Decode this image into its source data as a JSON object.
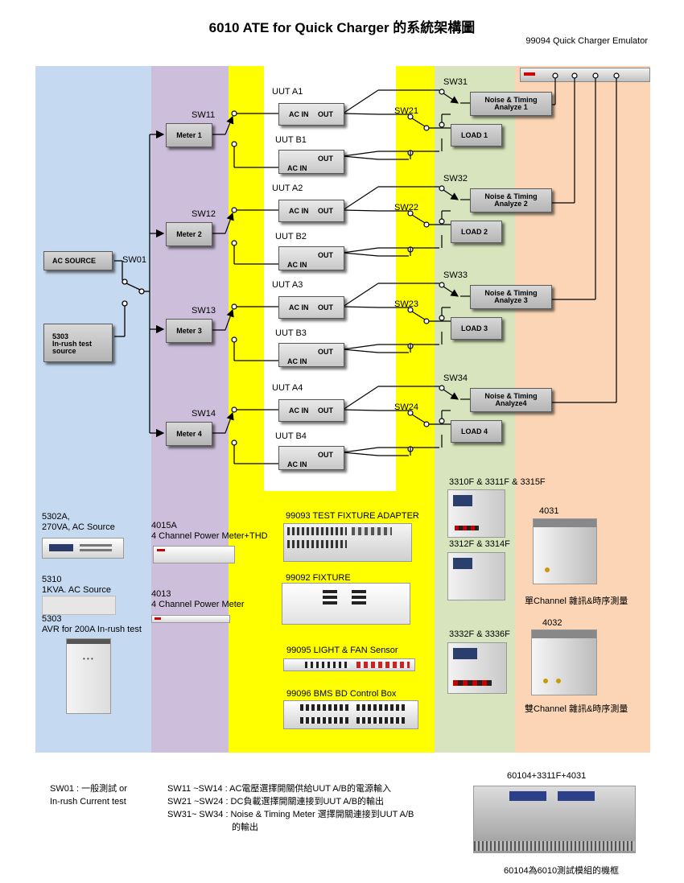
{
  "title": "6010 ATE for Quick Charger 的系統架構圖",
  "emulator_label": "99094 Quick Charger Emulator",
  "colors": {
    "blue": "#c5d9f0",
    "purple": "#cdbfdb",
    "yellow": "#ffff00",
    "green": "#d7e4bd",
    "orange": "#fbd5b5"
  },
  "ac_source": "AC SOURCE",
  "sw01": "SW01",
  "inrush_source": [
    "5303",
    "In-rush test",
    "source"
  ],
  "meters": [
    {
      "sw": "SW11",
      "name": "Meter 1"
    },
    {
      "sw": "SW12",
      "name": "Meter 2"
    },
    {
      "sw": "SW13",
      "name": "Meter 3"
    },
    {
      "sw": "SW14",
      "name": "Meter 4"
    }
  ],
  "groups": [
    {
      "uut_a": "UUT A1",
      "uut_b": "UUT B1",
      "sw2": "SW21",
      "sw3": "SW31",
      "analyzer": [
        "Noise & Timing",
        "Analyze 1"
      ],
      "load": "LOAD 1"
    },
    {
      "uut_a": "UUT A2",
      "uut_b": "UUT B2",
      "sw2": "SW22",
      "sw3": "SW32",
      "analyzer": [
        "Noise & Timing",
        "Analyze 2"
      ],
      "load": "LOAD 2"
    },
    {
      "uut_a": "UUT A3",
      "uut_b": "UUT B3",
      "sw2": "SW23",
      "sw3": "SW33",
      "analyzer": [
        "Noise & Timing",
        "Analyze 3"
      ],
      "load": "LOAD 3"
    },
    {
      "uut_a": "UUT A4",
      "uut_b": "UUT B4",
      "sw2": "SW24",
      "sw3": "SW34",
      "analyzer": [
        "Noise & Timing",
        "Analyze4"
      ],
      "load": "LOAD 4"
    }
  ],
  "ac_in": "AC IN",
  "out": "OUT",
  "equipment": {
    "blue": [
      [
        "5302A,",
        "270VA, AC Source"
      ],
      [
        "5310",
        "1KVA. AC Source"
      ],
      [
        "5303",
        "AVR for 200A In-rush test"
      ]
    ],
    "purple": [
      [
        "4015A",
        "4 Channel Power Meter+THD"
      ],
      [
        "4013",
        "4 Channel Power Meter"
      ]
    ],
    "yellow": [
      "99093 TEST FIXTURE ADAPTER",
      "99092 FIXTURE",
      "99095 LIGHT & FAN Sensor",
      "99096 BMS BD Control Box"
    ],
    "green": [
      "3310F & 3311F & 3315F",
      "3312F & 3314F",
      "3332F & 3336F"
    ],
    "orange": [
      "4031",
      "單Channel 雜訊&時序測量",
      "4032",
      "雙Channel 雜訊&時序測量"
    ]
  },
  "notes": {
    "sw01": [
      "SW01 : 一般測試 or",
      "In-rush Current test"
    ],
    "sw1x": "SW11 ~SW14 : AC電壓選擇開關供給UUT A/B的電源輸入",
    "sw2x": "SW21 ~SW24 : DC負載選擇開關連接到UUT A/B的輸出",
    "sw3x": [
      "SW31~ SW34 : Noise & Timing Meter 選擇開關連接到UUT A/B",
      "的輸出"
    ],
    "frame_title": "60104+3311F+4031",
    "frame_caption": "60104為6010測試模組的機框"
  }
}
